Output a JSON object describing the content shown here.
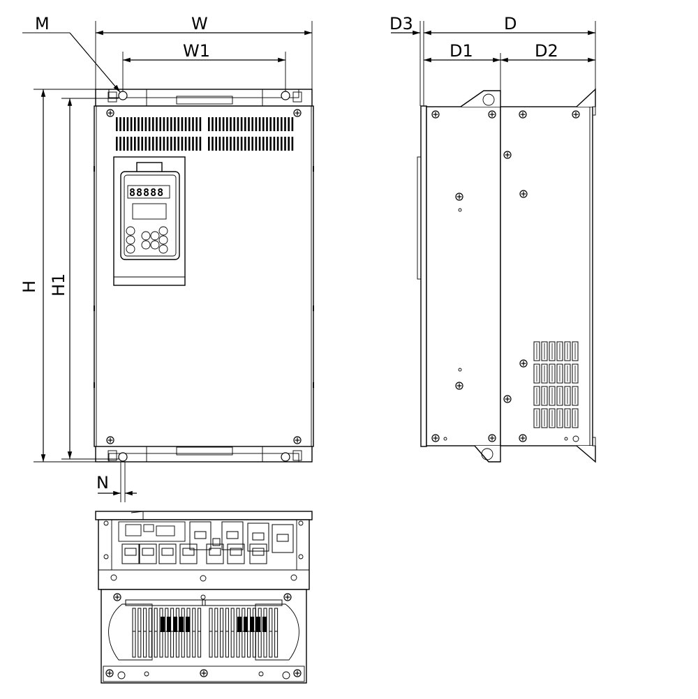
{
  "dimensions": {
    "M": "M",
    "W": "W",
    "W1": "W1",
    "H": "H",
    "H1": "H1",
    "N": "N",
    "D": "D",
    "D1": "D1",
    "D2": "D2",
    "D3": "D3"
  },
  "keypad_display": "88888"
}
